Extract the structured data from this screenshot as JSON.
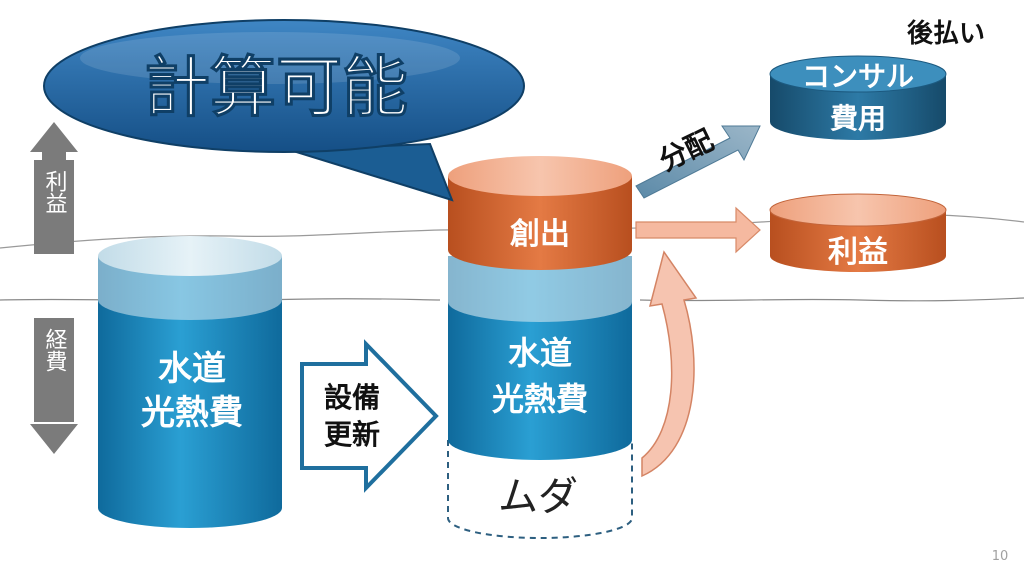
{
  "bubble": {
    "text": "計算可能"
  },
  "axis": {
    "profit_label": "利益",
    "expense_label": "経費"
  },
  "left_cylinder": {
    "line1": "水道",
    "line2": "光熱費"
  },
  "arrow_label": {
    "line1": "設備",
    "line2": "更新"
  },
  "center_cylinder": {
    "top_label": "創出",
    "line1": "水道",
    "line2": "光熱費",
    "waste_label": "ムダ"
  },
  "distribution_label": "分配",
  "consult_cylinder": {
    "line1": "コンサル",
    "line2": "費用",
    "note": "後払い"
  },
  "profit_cylinder": {
    "label": "利益"
  },
  "page_number": "10",
  "colors": {
    "blue_body": "#1a86bd",
    "blue_top": "#cfe4ee",
    "orange_body": "#d2662f",
    "orange_top": "#f3ab8e",
    "navy_cyl": "#1f5f86",
    "gray_arrow": "#7b7b7b",
    "bubble": "#1f5f9b"
  }
}
